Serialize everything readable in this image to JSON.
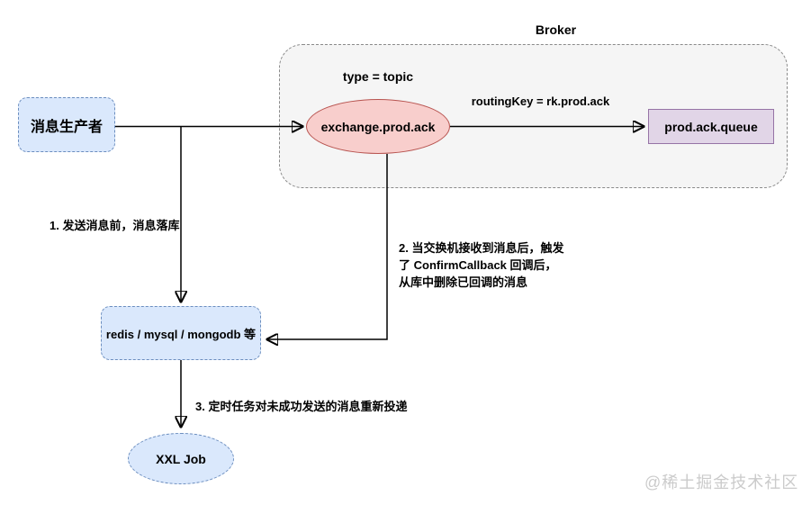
{
  "diagram": {
    "broker": {
      "label": "Broker"
    },
    "nodes": {
      "producer": "消息生产者",
      "exchange": "exchange.prod.ack",
      "queue": "prod.ack.queue",
      "datastore": "redis / mysql / mongodb 等",
      "job": "XXL Job"
    },
    "labels": {
      "exchange_type": "type = topic",
      "routing_key": "routingKey = rk.prod.ack",
      "step1": "1. 发送消息前，消息落库",
      "step2": "2. 当交换机接收到消息后，触发\n了 ConfirmCallback 回调后，\n从库中删除已回调的消息",
      "step3": "3. 定时任务对未成功发送的消息重新投递"
    },
    "watermark": "@稀土掘金技术社区",
    "colors": {
      "node_fill_blue": "#dae8fc",
      "node_border_blue": "#6c8ebf",
      "exchange_fill": "#f8cecc",
      "exchange_border": "#b85450",
      "queue_fill": "#e1d5e7",
      "queue_border": "#9673a6",
      "container_fill": "#f5f5f5",
      "container_border": "#8a8a8a",
      "arrow": "#000000",
      "watermark_text": "#cbcbcb"
    }
  }
}
